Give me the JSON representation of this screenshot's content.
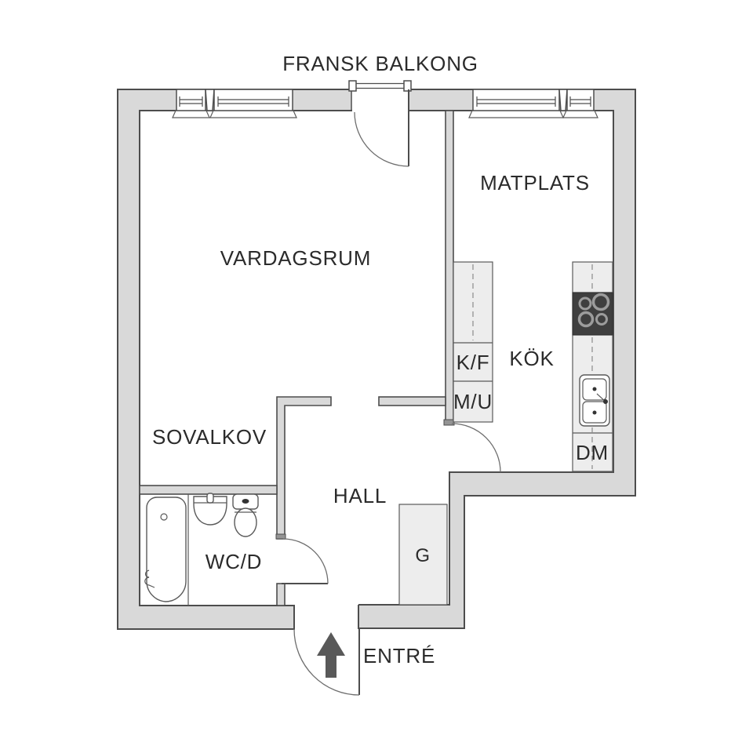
{
  "title": "Apartment floor plan",
  "labels": {
    "balcony": "FRANSK BALKONG",
    "living_room": "VARDAGSRUM",
    "dining": "MATPLATS",
    "kitchen": "KÖK",
    "fridge_freezer": "K/F",
    "micro_oven": "M/U",
    "dishwasher": "DM",
    "sleeping_alcove": "SOVALKOV",
    "hall": "HALL",
    "bathroom": "WC/D",
    "wardrobe": "G",
    "entrance": "ENTRÉ"
  },
  "colors": {
    "background": "#ffffff",
    "wall_fill": "#d9d9d9",
    "wall_outline": "#4d4d4d",
    "counter_fill": "#ededed",
    "stove_fill": "#3f3f3f",
    "arrow_fill": "#595959",
    "text_color": "#2b2b2b"
  }
}
